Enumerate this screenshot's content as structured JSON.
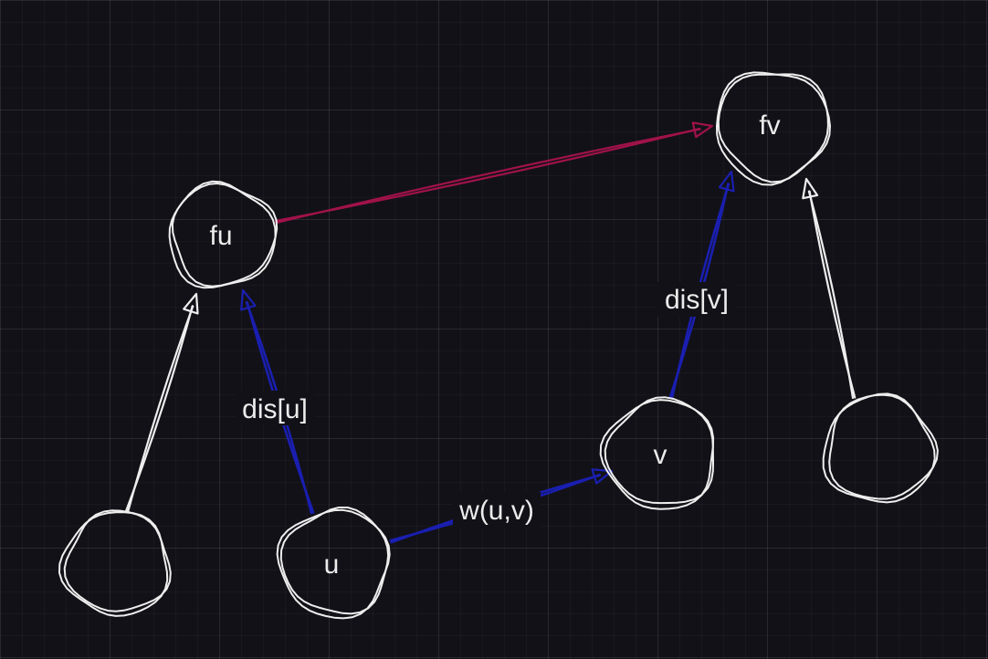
{
  "colors": {
    "background": "#121117",
    "node_stroke": "#eeeeee",
    "edge_white": "#eeeeee",
    "edge_blue": "#1a1fb0",
    "edge_red": "#a0124a",
    "text": "#ececec"
  },
  "nodes": {
    "fu": {
      "label": "fu"
    },
    "fv": {
      "label": "fv"
    },
    "u": {
      "label": "u"
    },
    "v": {
      "label": "v"
    },
    "bottom_left": {
      "label": ""
    },
    "right": {
      "label": ""
    }
  },
  "edges": {
    "u_to_fu": {
      "label": "dis[u]"
    },
    "v_to_fv": {
      "label": "dis[v]"
    },
    "u_to_v": {
      "label": "w(u,v)"
    },
    "fu_to_fv": {
      "label": ""
    },
    "bottom_left_to_fu": {
      "label": ""
    },
    "right_to_fv": {
      "label": ""
    }
  }
}
